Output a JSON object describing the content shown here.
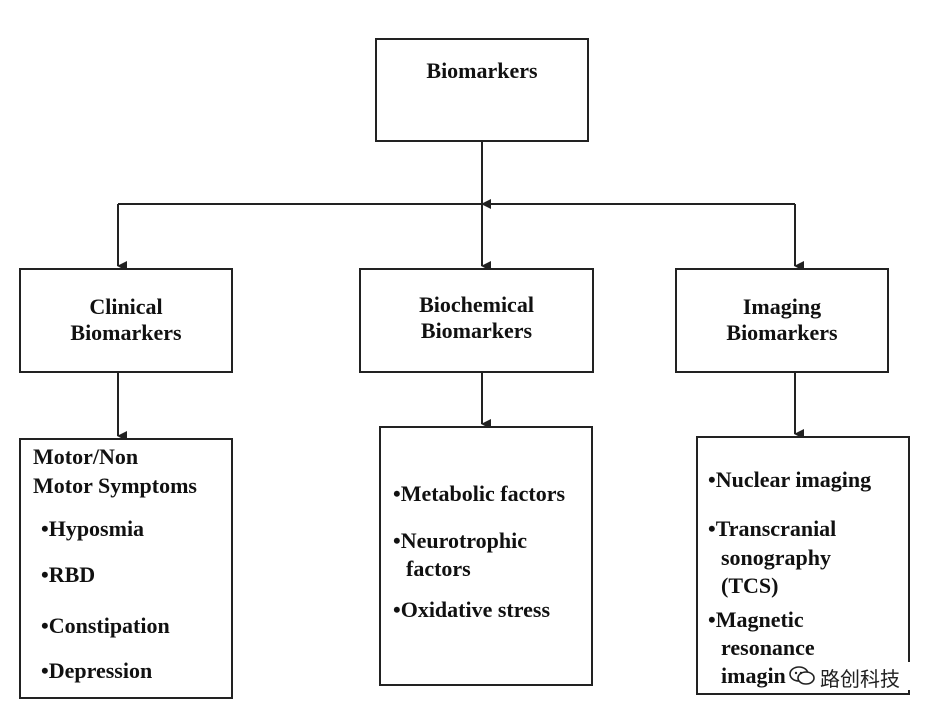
{
  "root": {
    "label": "Biomarkers"
  },
  "categories": [
    {
      "line1": "Clinical",
      "line2": "Biomarkers"
    },
    {
      "line1": "Biochemical",
      "line2": "Biomarkers"
    },
    {
      "line1": "Imaging",
      "line2": "Biomarkers"
    }
  ],
  "clinical_detail": {
    "heading_line1": "Motor/Non",
    "heading_line2": "Motor Symptoms",
    "items": [
      "•Hyposmia",
      "•RBD",
      "•Constipation",
      "•Depression"
    ]
  },
  "biochemical_detail": {
    "items": [
      "•Metabolic factors",
      "•Neurotrophic",
      "factors",
      "•Oxidative stress"
    ]
  },
  "imaging_detail": {
    "items": [
      "•Nuclear imaging",
      "•Transcranial",
      "sonography",
      "(TCS)",
      "•Magnetic",
      "resonance",
      "imagin"
    ]
  },
  "watermark": {
    "text": "路创科技"
  }
}
